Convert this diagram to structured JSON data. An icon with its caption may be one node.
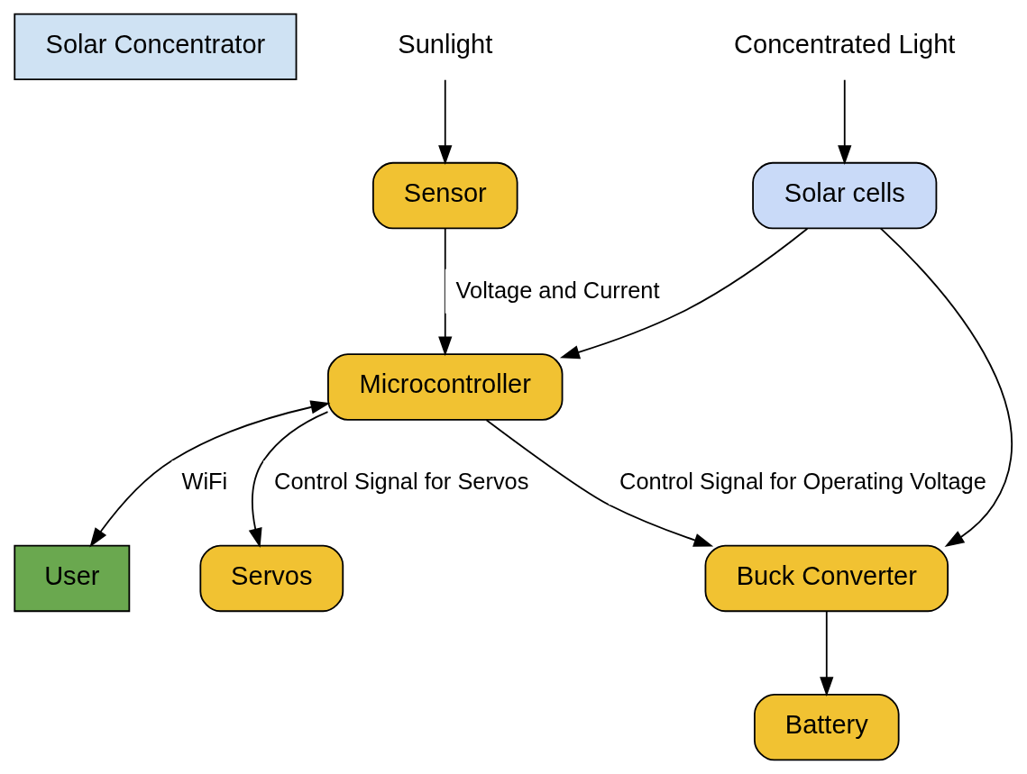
{
  "diagram": {
    "nodes": [
      {
        "text": [
          "Solar Concentrator"
        ]
      },
      {
        "text": [
          "Buck Converter"
        ]
      },
      {
        "text": [
          "Battery"
        ]
      },
      {
        "text": [
          "Concentrated Light"
        ]
      },
      {
        "text": [
          "Solar cells"
        ]
      },
      {
        "text": [
          "Microcontroller"
        ]
      },
      {
        "text": [
          "Sunlight"
        ]
      },
      {
        "text": [
          "Sensor"
        ]
      },
      {
        "text": [
          "User"
        ]
      },
      {
        "text": [
          "Servos"
        ]
      }
    ],
    "edges": [
      {
        "from": 3,
        "to": 4,
        "arrow": "to"
      },
      {
        "from": 4,
        "to": 1,
        "arrow": "to"
      },
      {
        "from": 1,
        "to": 2,
        "arrow": "to"
      },
      {
        "from": 4,
        "to": 5,
        "arrow": "to"
      },
      {
        "from": 7,
        "to": 5,
        "arrow": "to",
        "label": "Voltage and Current"
      },
      {
        "from": 5,
        "to": 1,
        "arrow": "to",
        "label": "Control Signal for Operating Voltage"
      },
      {
        "from": 5,
        "to": 9,
        "arrow": "to",
        "label": "Control Signal for Servos"
      },
      {
        "from": 5,
        "to": 8,
        "arrow": "both",
        "label": "WiFi"
      },
      {
        "from": 6,
        "to": 7,
        "arrow": "to"
      }
    ]
  }
}
